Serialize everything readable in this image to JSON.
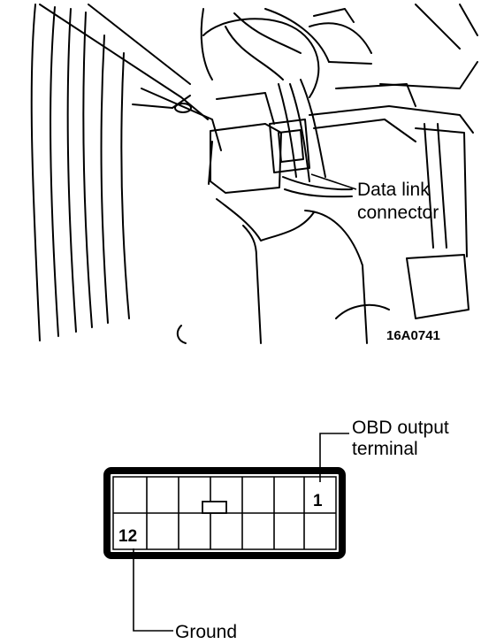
{
  "top_view": {
    "callout_line1": "Data link",
    "callout_line2": "connector",
    "figure_code": "16A0741"
  },
  "connector": {
    "obd_label_line1": "OBD output",
    "obd_label_line2": "terminal",
    "pin_1": "1",
    "pin_12": "12",
    "ground_label": "Ground"
  }
}
